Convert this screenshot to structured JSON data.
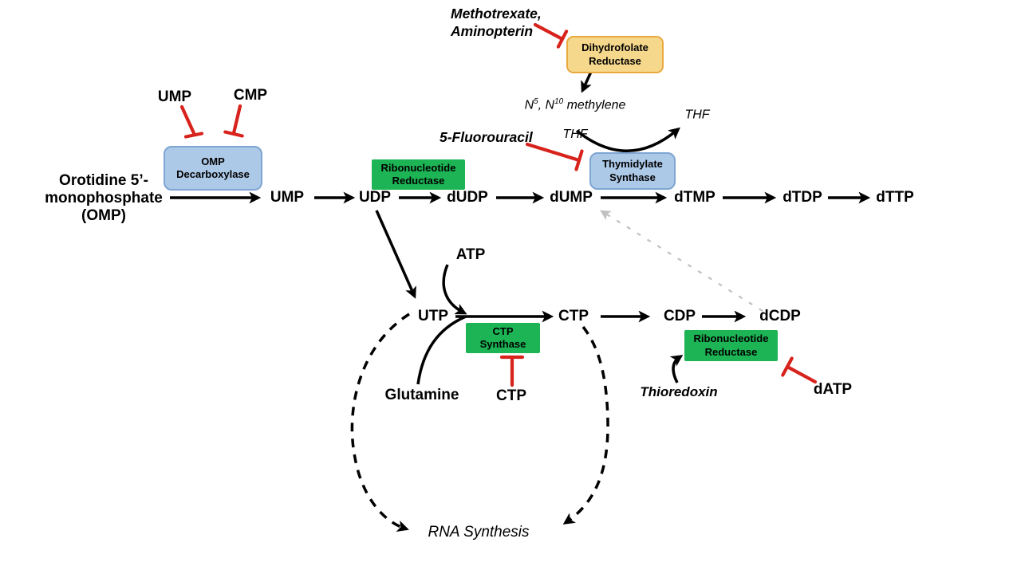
{
  "palette": {
    "inhibit_red": "#d8231d",
    "enzyme_green": "#1cb454",
    "enzyme_blue_fill": "#adc9e8",
    "enzyme_blue_border": "#7ea6d2",
    "enzyme_orange_fill": "#f6d88c",
    "enzyme_orange_border": "#e9a93f",
    "arrow_black": "#000000",
    "faint_gray": "#c0c0c0"
  },
  "nodes": {
    "omp": "Orotidine 5’-\nmonophosphate\n(OMP)",
    "ump": "UMP",
    "udp": "UDP",
    "dudp": "dUDP",
    "dump": "dUMP",
    "dtmp": "dTMP",
    "dtdp": "dTDP",
    "dttp": "dTTP",
    "utp": "UTP",
    "ctp": "CTP",
    "cdp": "CDP",
    "dcdp": "dCDP"
  },
  "enzymes": {
    "omp_decarboxylase": "OMP\nDecarboxylase",
    "dihydrofolate_reductase": "Dihydrofolate\nReductase",
    "thymidylate_synthase": "Thymidylate\nSynthase",
    "ribonucleotide_reductase_1": "Ribonucleotide\nReductase",
    "ctp_synthase": "CTP\nSynthase",
    "ribonucleotide_reductase_2": "Ribonucleotide\nReductase"
  },
  "inhibitors": {
    "ump": "UMP",
    "cmp": "CMP",
    "methotrexate_aminopterin": "Methotrexate,\nAminopterin",
    "fluorouracil": "5-Fluorouracil",
    "ctp": "CTP",
    "datp": "dATP"
  },
  "cofactors": {
    "atp": "ATP",
    "glutamine": "Glutamine",
    "thioredoxin": "Thioredoxin",
    "thf": "THF",
    "methylene_thf": {
      "n1": "N",
      "sup1": "5",
      "mid": ", N",
      "sup2": "10",
      "rest": " methylene",
      "line2": "THF"
    }
  },
  "annotations": {
    "rna_synthesis": "RNA Synthesis"
  }
}
